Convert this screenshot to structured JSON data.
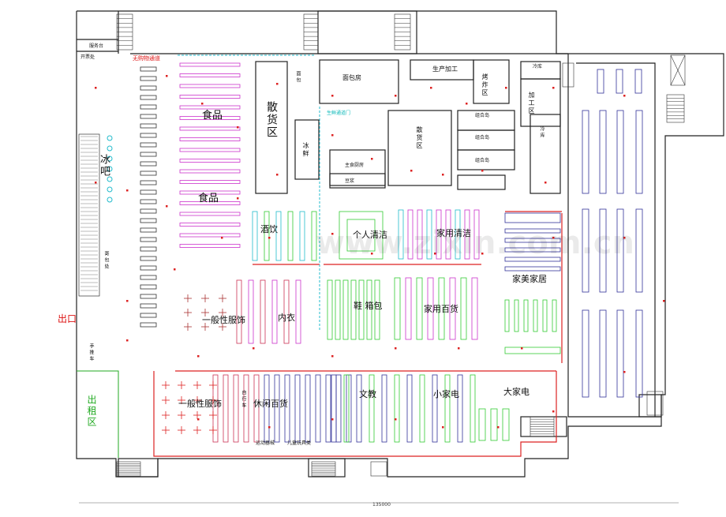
{
  "title": "Supermarket floor plan",
  "watermark": "www.zixin.com.cn",
  "dimension_label": "135000",
  "colors": {
    "wall": "#222222",
    "food_shelf": "#cc33cc",
    "cyan_shelf": "#22bbcc",
    "green_shelf": "#33cc33",
    "blue_shelf": "#333399",
    "red_line": "#dd2222",
    "gray": "#777777"
  },
  "labels": {
    "service_desk": "服务台",
    "office": "开票处",
    "no_purchase_channel": "无购物通道",
    "food_1": "食品",
    "food_2": "食品",
    "bulk_area": "散货区",
    "bread_room": "面包房",
    "production": "生产加工",
    "bake": "烤炸区",
    "cold_storage": "冷库",
    "processing": "加工区",
    "cold_room": "冷库",
    "combo_1": "组合岛",
    "combo_2": "组合岛",
    "combo_3": "组合岛",
    "staple_kitchen": "主食厨房",
    "tofu": "豆浆",
    "bulk_area_2": "散货区",
    "ice_fresh": "冰鲜",
    "ice_bar": "冰吧",
    "bread": "面包",
    "fresh_door": "生鲜通道门",
    "liquor": "酒饮",
    "personal_care": "个人清洁",
    "household_clean": "家用清洁",
    "home_decor": "家美家居",
    "apparel_1": "一般性服饰",
    "underwear": "内衣",
    "shoes_bags": "鞋 箱包",
    "household_goods": "家用百货",
    "stationery": "文教",
    "small_appliance": "小家电",
    "big_appliance": "大家电",
    "apparel_2": "一般性服饰",
    "leisure": "休闲百货",
    "exit": "出口",
    "rental": "出租区",
    "storage": "寄包处",
    "sports": "运动器械",
    "toys": "儿童玩具类",
    "self_drive": "自行车",
    "cart": "手推车"
  }
}
